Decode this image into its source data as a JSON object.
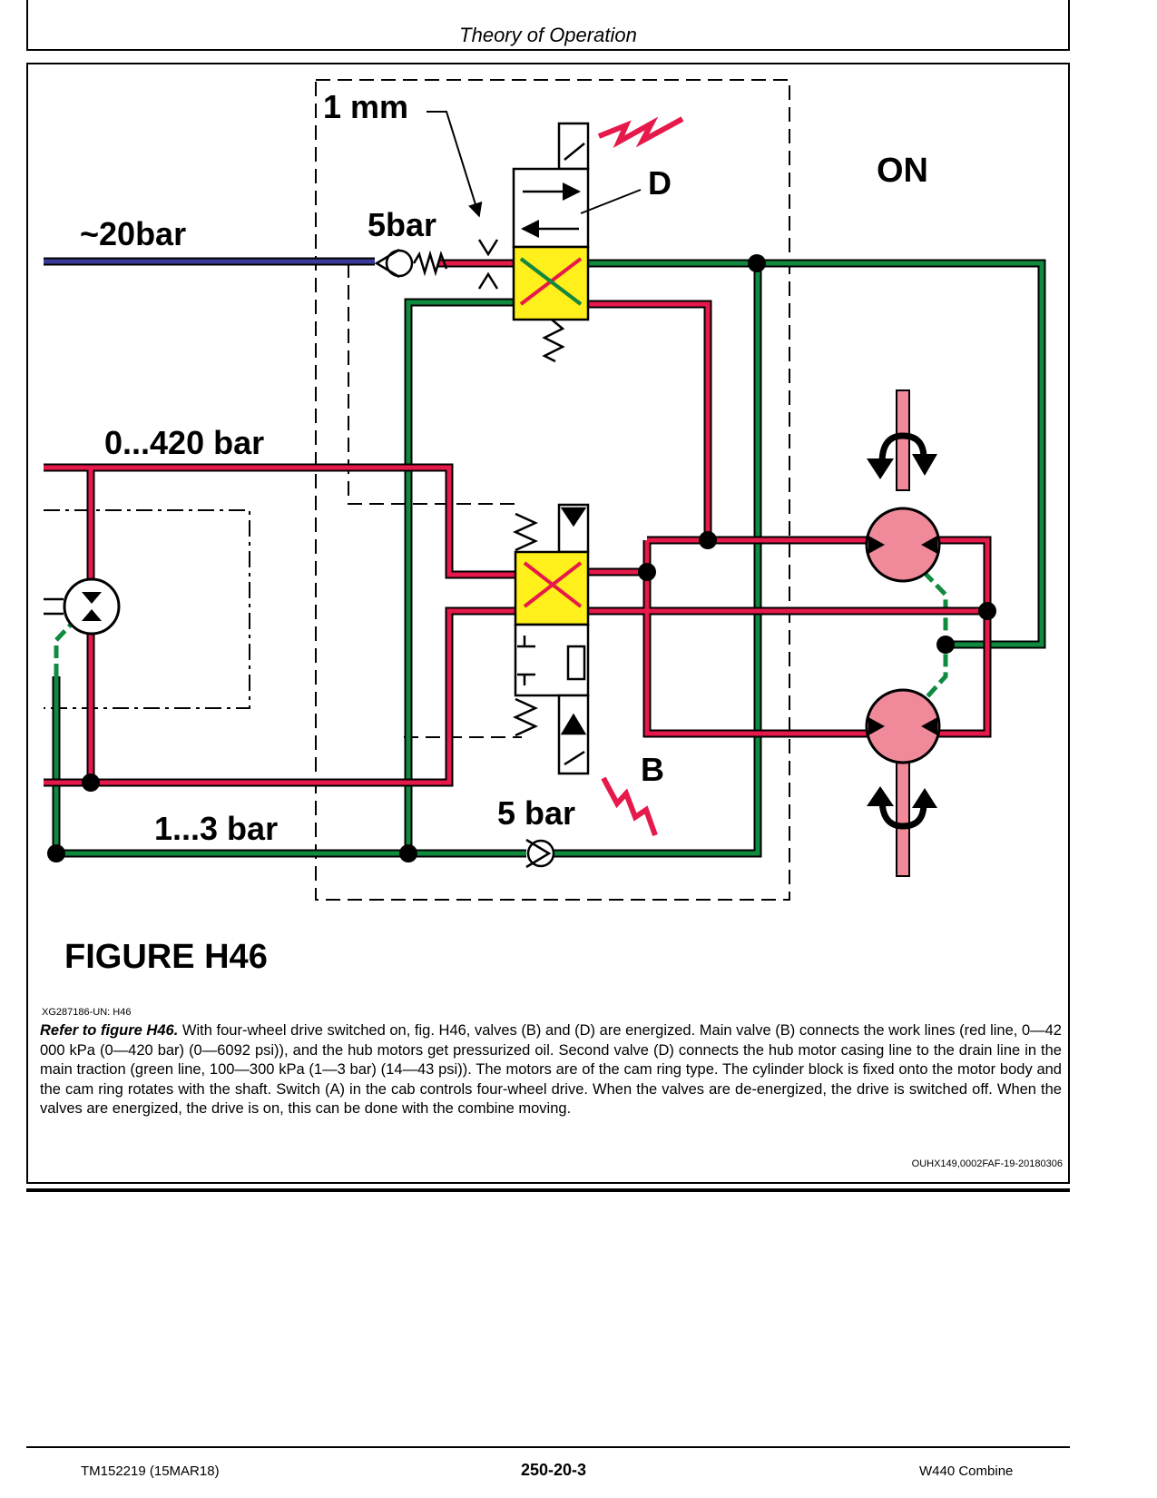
{
  "header": {
    "title": "Theory of Operation"
  },
  "diagram": {
    "labels": {
      "orifice": "1 mm",
      "valve_d": "D",
      "state": "ON",
      "supply_pressure": "~20bar",
      "check_valve_top": "5bar",
      "work_pressure": "0...420 bar",
      "valve_b": "B",
      "check_valve_bottom": "5 bar",
      "drain_pressure": "1...3 bar"
    },
    "colors": {
      "pressure_line": "#e6194b",
      "supply_line": "#3a3a9a",
      "drain_line": "#0f8a3f",
      "valve_spool": "#ffef1a",
      "motor": "#f08a9a"
    }
  },
  "figure": {
    "label": "FIGURE H46",
    "id": "XG287186-UN: H46",
    "lead": "Refer to figure H46.",
    "body": " With four-wheel drive switched on, fig. H46, valves (B) and (D) are energized. Main valve (B) connects the work lines (red line, 0—42 000 kPa (0—420 bar) (0—6092 psi)), and the hub motors get pressurized oil. Second valve (D) connects the hub motor casing line to the drain line in the main traction (green line, 100—300 kPa (1—3 bar) (14—43 psi)). The motors are of the cam ring type. The cylinder block is fixed onto the motor body and the cam ring rotates with the shaft. Switch (A) in the cab controls four-wheel drive. When the valves are de-energized, the drive is switched off. When the valves are energized, the drive is on, this can be done with the combine moving.",
    "doc_code": "OUHX149,0002FAF-19-20180306"
  },
  "footer": {
    "left": "TM152219 (15MAR18)",
    "center": "250-20-3",
    "right": "W440 Combine"
  }
}
